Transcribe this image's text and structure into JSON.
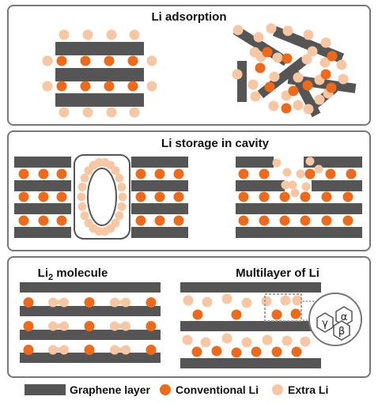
{
  "colors": {
    "graphene": "#555555",
    "conventional_li": "#ee6a1a",
    "extra_li": "#f7c7a3",
    "panel_border": "#777777",
    "panel_bg": "#ffffff"
  },
  "panels": {
    "adsorption": {
      "title": "Li adsorption"
    },
    "cavity": {
      "title": "Li storage in cavity"
    },
    "bottom": {
      "left_title_main": "Li",
      "left_title_sub": "2",
      "left_title_rest": " molecule",
      "right_title": "Multilayer of Li",
      "phases": [
        "α",
        "β",
        "γ"
      ]
    }
  },
  "legend": {
    "graphene": "Graphene layer",
    "conventional": "Conventional Li",
    "extra": "Extra Li"
  }
}
